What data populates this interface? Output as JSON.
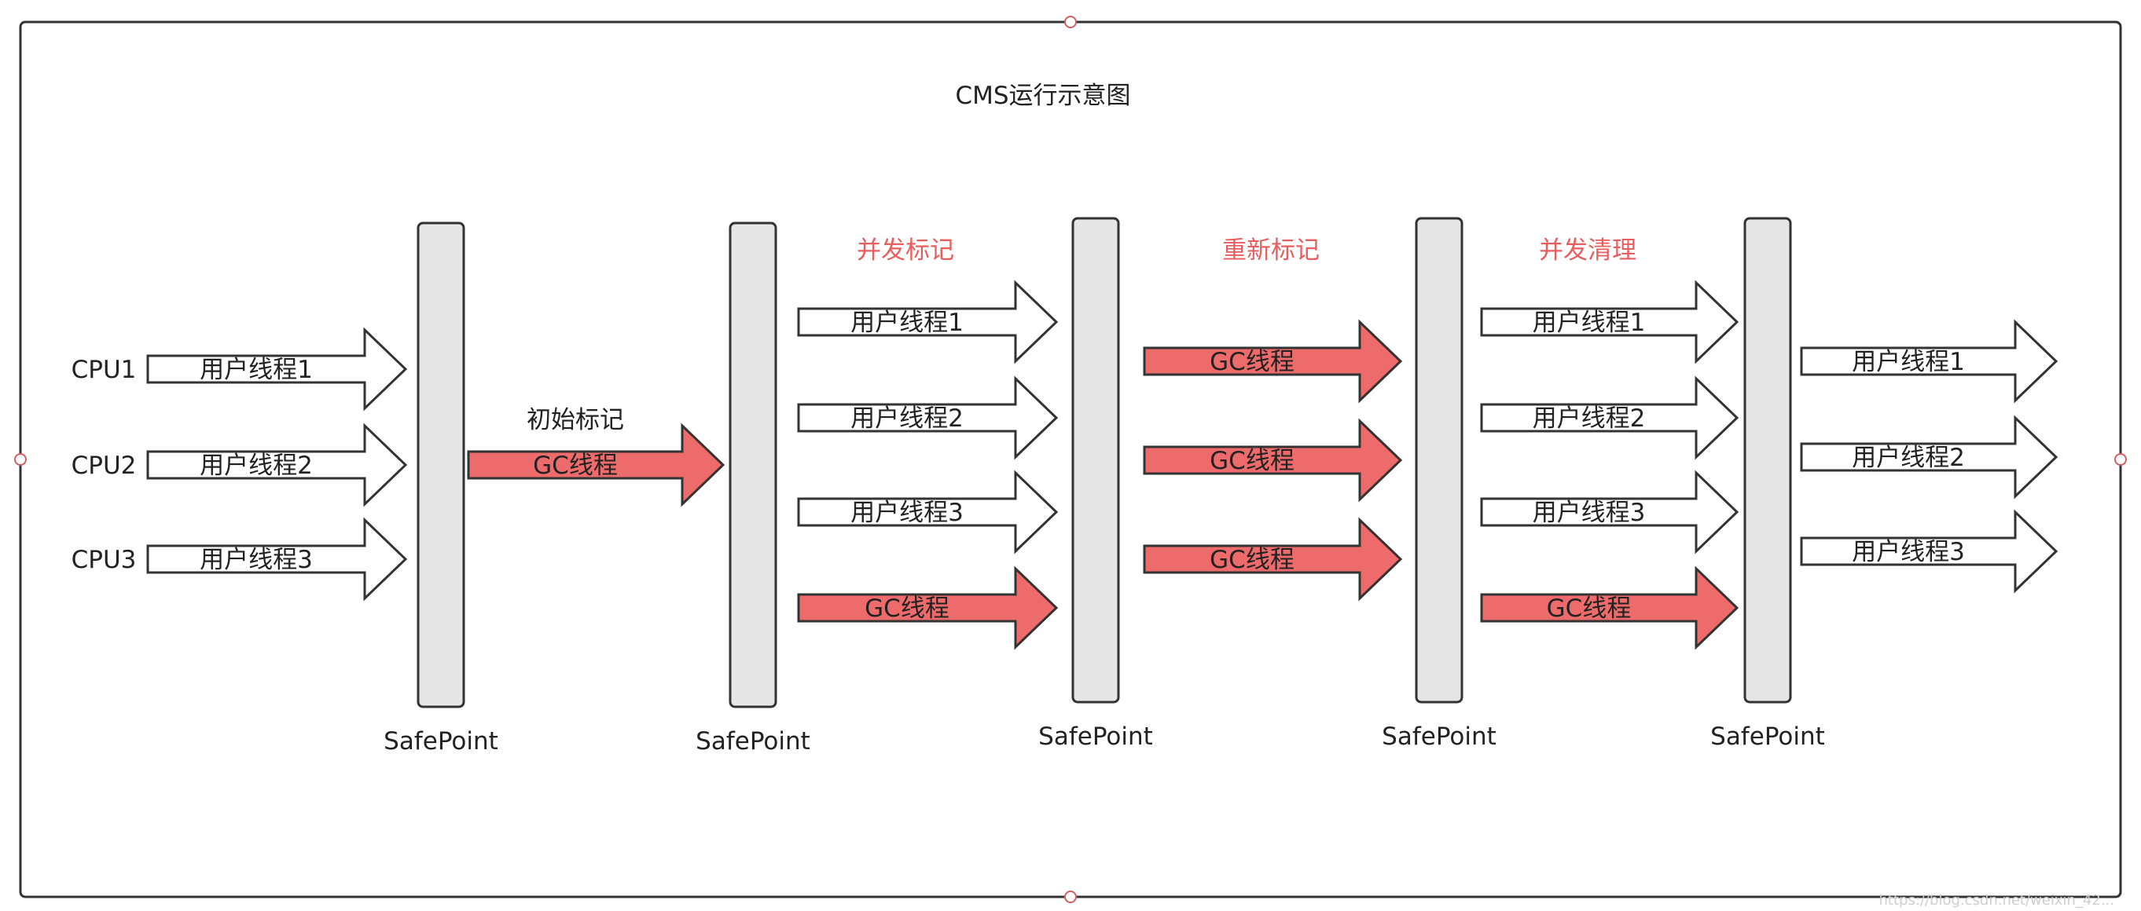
{
  "title": "CMS运行示意图",
  "colors": {
    "gc_fill": "#ee6b6b",
    "phase_red": "#e85d5d",
    "phase_black": "#222222",
    "bar_fill": "#e6e6e6",
    "stroke": "#333333"
  },
  "cpus": [
    "CPU1",
    "CPU2",
    "CPU3"
  ],
  "safepoint_label": "SafePoint",
  "phases": [
    {
      "label": "初始标记",
      "color": "#222222"
    },
    {
      "label": "并发标记",
      "color": "#e85d5d"
    },
    {
      "label": "重新标记",
      "color": "#e85d5d"
    },
    {
      "label": "并发清理",
      "color": "#e85d5d"
    }
  ],
  "stages": [
    {
      "arrows": [
        {
          "label": "用户线程1",
          "kind": "user"
        },
        {
          "label": "用户线程2",
          "kind": "user"
        },
        {
          "label": "用户线程3",
          "kind": "user"
        }
      ]
    },
    {
      "arrows": [
        {
          "label": "GC线程",
          "kind": "gc"
        }
      ]
    },
    {
      "arrows": [
        {
          "label": "用户线程1",
          "kind": "user"
        },
        {
          "label": "用户线程2",
          "kind": "user"
        },
        {
          "label": "用户线程3",
          "kind": "user"
        },
        {
          "label": "GC线程",
          "kind": "gc"
        }
      ]
    },
    {
      "arrows": [
        {
          "label": "GC线程",
          "kind": "gc"
        },
        {
          "label": "GC线程",
          "kind": "gc"
        },
        {
          "label": "GC线程",
          "kind": "gc"
        }
      ]
    },
    {
      "arrows": [
        {
          "label": "用户线程1",
          "kind": "user"
        },
        {
          "label": "用户线程2",
          "kind": "user"
        },
        {
          "label": "用户线程3",
          "kind": "user"
        },
        {
          "label": "GC线程",
          "kind": "gc"
        }
      ]
    },
    {
      "arrows": [
        {
          "label": "用户线程1",
          "kind": "user"
        },
        {
          "label": "用户线程2",
          "kind": "user"
        },
        {
          "label": "用户线程3",
          "kind": "user"
        }
      ]
    }
  ],
  "watermark": "https://blog.csdn.net/weixin_42..."
}
